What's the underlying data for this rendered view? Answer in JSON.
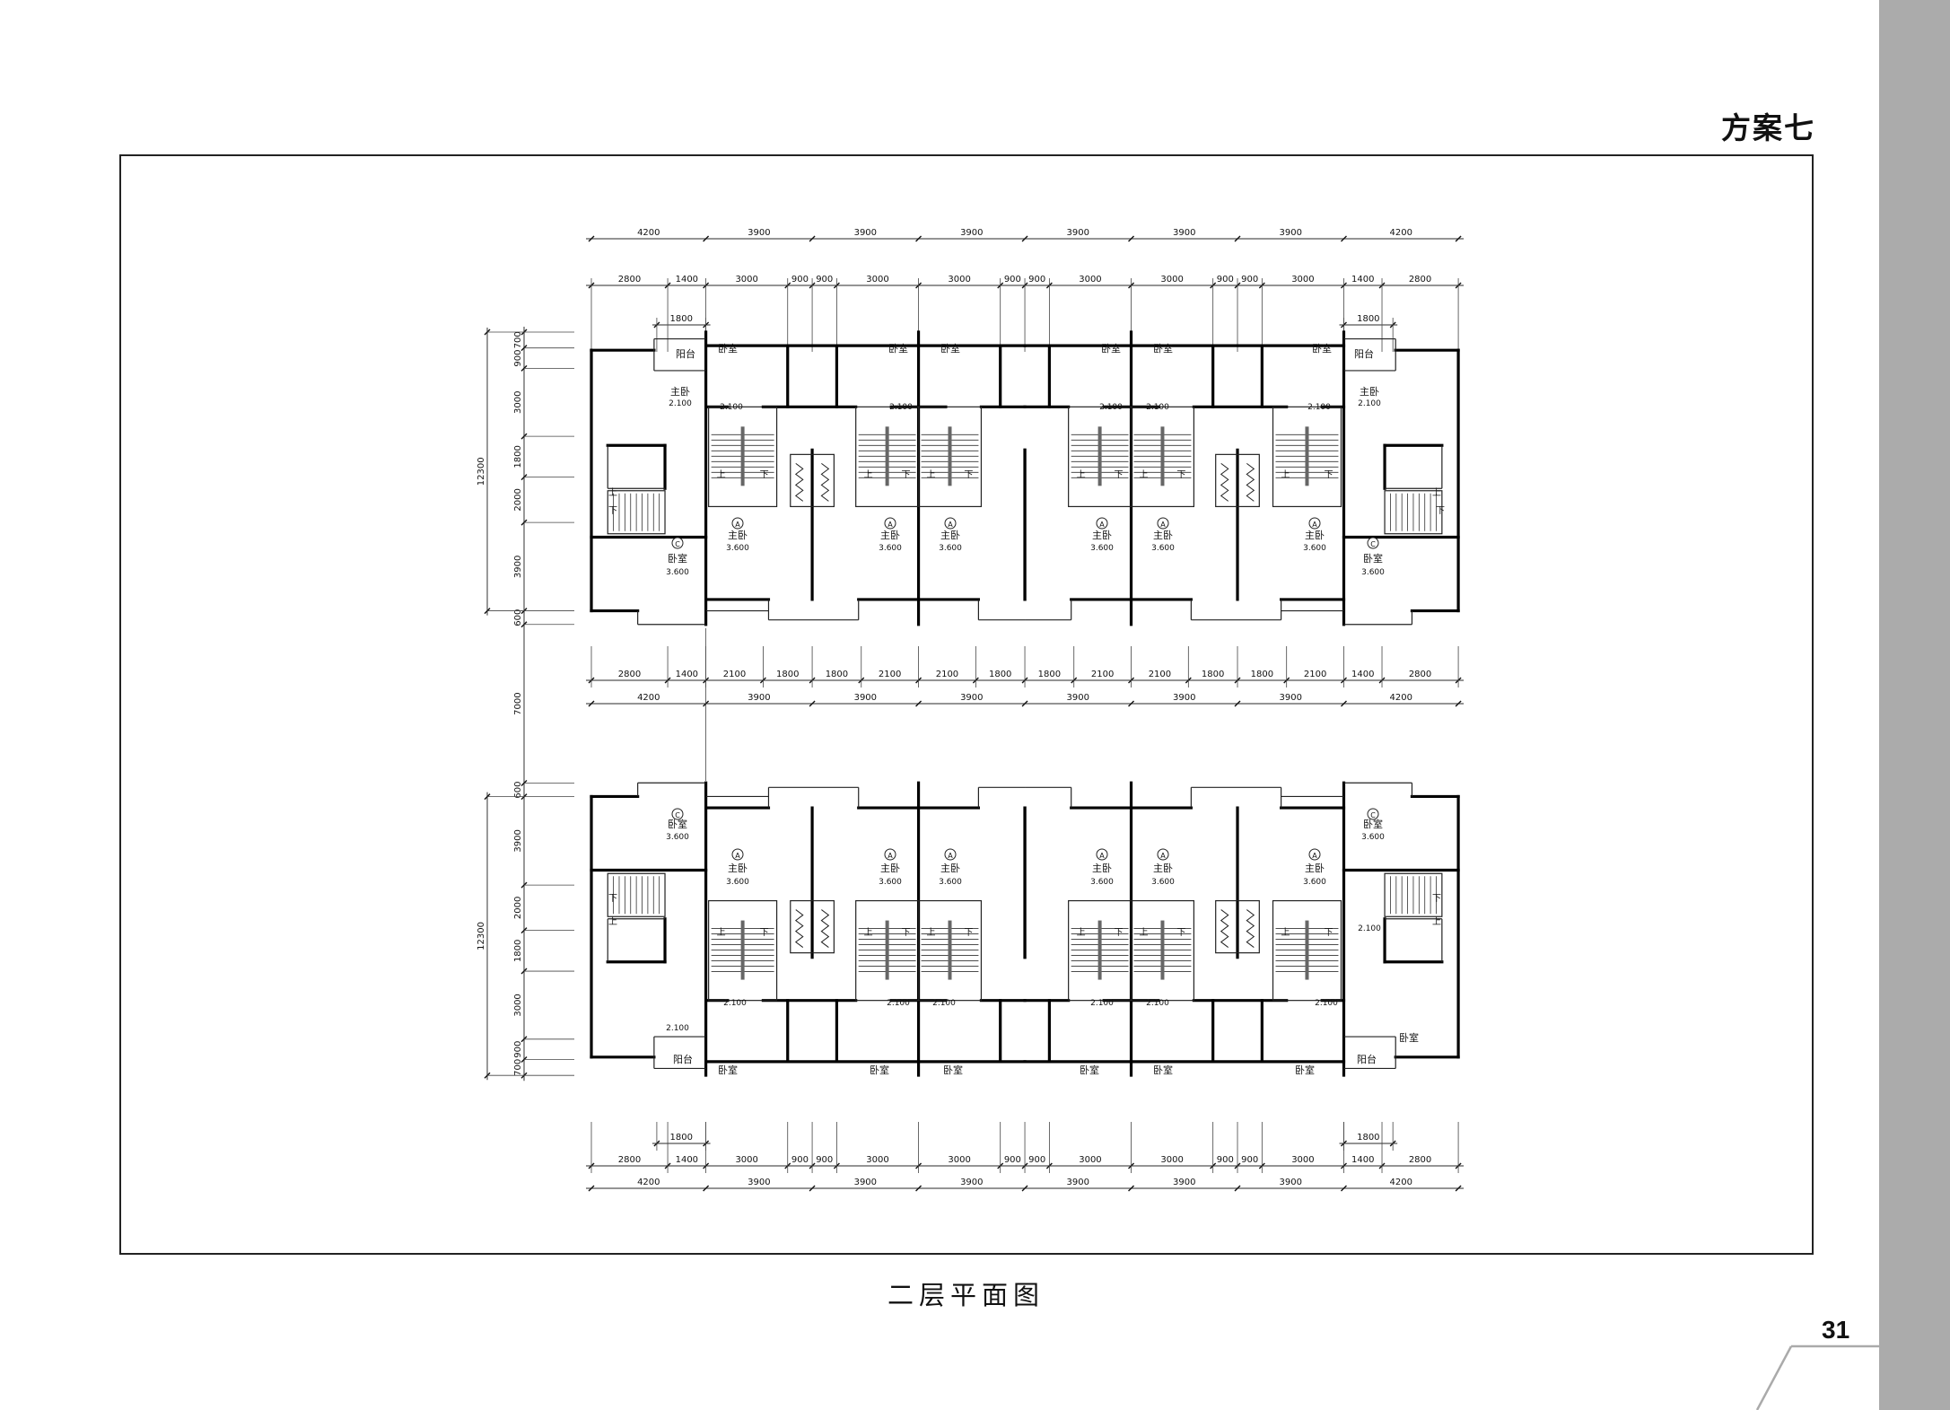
{
  "header": {
    "scheme_title": "方案七"
  },
  "caption": "二层平面图",
  "page_number": "31",
  "dimensions": {
    "top_overall": [
      "4200",
      "3900",
      "3900",
      "3900",
      "3900",
      "3900",
      "3900",
      "4200"
    ],
    "top_detail": [
      "2800",
      "1400",
      "3000",
      "900",
      "900",
      "3000",
      "3000",
      "900",
      "900",
      "3000",
      "3000",
      "900",
      "900",
      "3000",
      "1400",
      "2800"
    ],
    "top_sub": [
      "1800",
      "1800"
    ],
    "middle_detail": [
      "2800",
      "1400",
      "2100",
      "1800",
      "1800",
      "2100",
      "2100",
      "1800",
      "1800",
      "2100",
      "2100",
      "1800",
      "1800",
      "2100",
      "1400",
      "2800"
    ],
    "middle_overall": [
      "4200",
      "3900",
      "3900",
      "3900",
      "3900",
      "3900",
      "3900",
      "4200"
    ],
    "bottom_sub": [
      "1800",
      "1800"
    ],
    "bottom_detail": [
      "2800",
      "1400",
      "3000",
      "900",
      "900",
      "3000",
      "3000",
      "900",
      "900",
      "3000",
      "3000",
      "900",
      "900",
      "3000",
      "1400",
      "2800"
    ],
    "bottom_overall": [
      "4200",
      "3900",
      "3900",
      "3900",
      "3900",
      "3900",
      "3900",
      "4200"
    ],
    "left_detail": [
      "700",
      "900",
      "3000",
      "1800",
      "2000",
      "3900",
      "600",
      "7000",
      "600",
      "3900",
      "2000",
      "1800",
      "3000",
      "900",
      "700"
    ],
    "left_overall": [
      "12300",
      "12300"
    ]
  },
  "rooms": {
    "bedroom": "卧室",
    "master_bedroom": "主卧",
    "balcony": "阳台",
    "type_a": "A",
    "type_c": "C",
    "elev_2100": "2.100",
    "elev_3600": "3.600",
    "up": "上",
    "down": "下"
  }
}
